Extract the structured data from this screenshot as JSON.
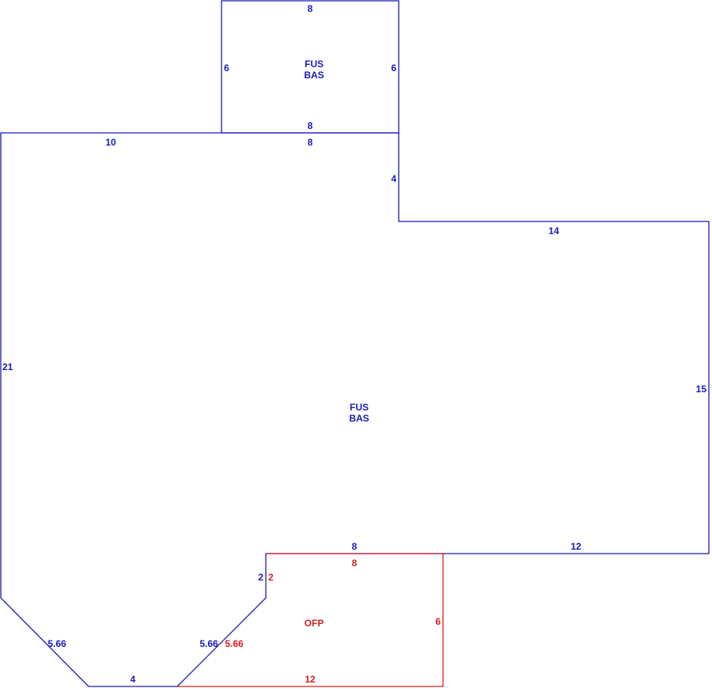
{
  "colors": {
    "main": "#1a1ab8",
    "porch": "#d42020"
  },
  "upper_section": {
    "area_line1": "FUS",
    "area_line2": "BAS",
    "dim_top": "8",
    "dim_left": "6",
    "dim_right": "6",
    "dim_bottom": "8"
  },
  "main_section": {
    "area_line1": "FUS",
    "area_line2": "BAS",
    "dim_top_left": "10",
    "dim_top_mid": "8",
    "dim_step_down": "4",
    "dim_top_right": "14",
    "dim_left": "21",
    "dim_right": "15",
    "dim_bottom_right": "12",
    "dim_bottom_mid": "8",
    "dim_notch": "2",
    "dim_diag_left": "5.66",
    "dim_diag_right": "5.66",
    "dim_bottom_left": "4"
  },
  "porch_section": {
    "area_label": "OFP",
    "dim_top": "8",
    "dim_right": "6",
    "dim_bottom": "12",
    "dim_left": "2",
    "dim_diag": "5.66"
  }
}
